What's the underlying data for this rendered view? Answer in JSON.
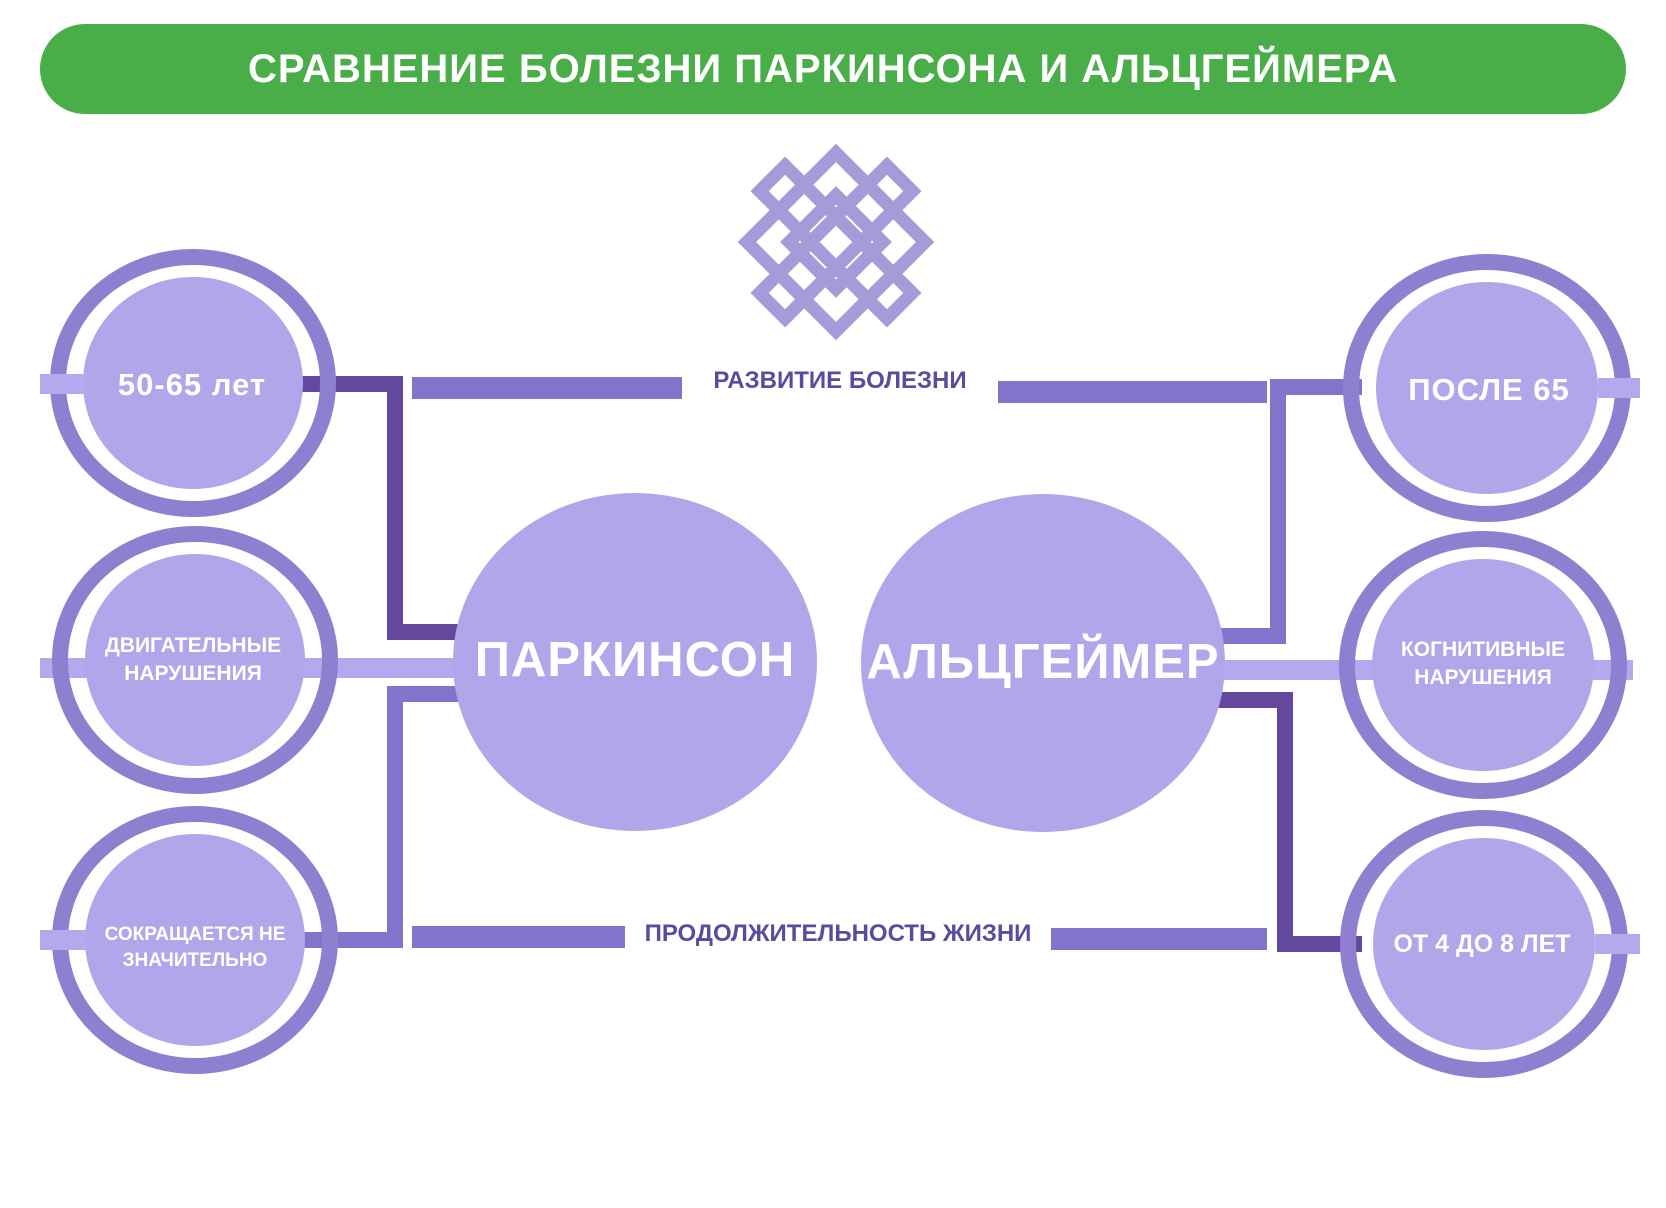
{
  "title": "СРАВНЕНИЕ БОЛЕЗНИ ПАРКИНСОНА И АЛЬЦГЕЙМЕРА",
  "icon": "endless-knot-icon",
  "center_nodes": {
    "parkinson": "ПАРКИНСОН",
    "alzheimer": "АЛЬЦГЕЙМЕР"
  },
  "connections": {
    "development": "РАЗВИТИЕ БОЛЕЗНИ",
    "life_expectancy": "ПРОДОЛЖИТЕЛЬНОСТЬ ЖИЗНИ"
  },
  "parkinson_nodes": {
    "onset": "50-65 лет",
    "symptoms": "ДВИГАТЕЛЬНЫЕ НАРУШЕНИЯ",
    "life": "СОКРАЩАЕТСЯ НЕ ЗНАЧИТЕЛЬНО"
  },
  "alzheimer_nodes": {
    "onset": "ПОСЛЕ 65",
    "symptoms": "КОГНИТИВНЫЕ НАРУШЕНИЯ",
    "life": "ОТ 4 ДО 8 ЛЕТ"
  },
  "colors": {
    "banner": "#49ad48",
    "ring": "#8e7fd0",
    "fill": "#b0a6ea",
    "line_medium": "#8274cb",
    "line_dark": "#64489e",
    "line_light": "#b4a9ec",
    "connector_text": "#5b4a9e"
  }
}
